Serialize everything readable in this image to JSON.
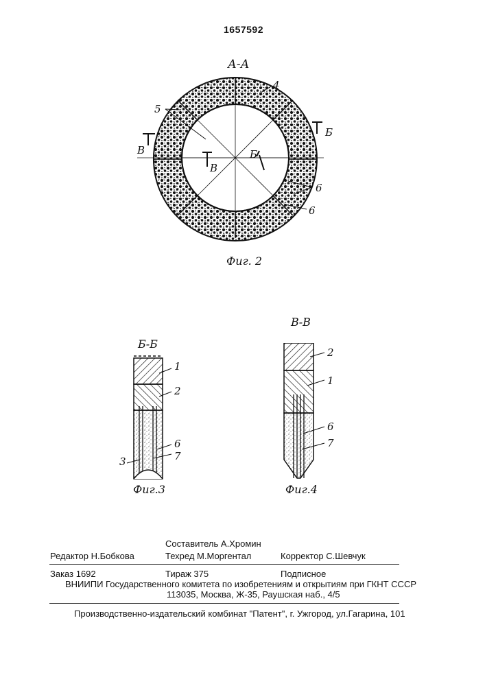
{
  "document": {
    "patent_number": "1657592"
  },
  "figure2": {
    "section_title": "А-А",
    "caption": "Фиг. 2",
    "labels": {
      "ref_4": "4",
      "ref_5": "5",
      "ref_6a": "6",
      "ref_6b": "6",
      "arrow_b_left": "В",
      "arrow_b_center": "В",
      "arrow_be_center": "Б",
      "arrow_be_right": "Б"
    }
  },
  "figure3": {
    "section_title": "Б-Б",
    "caption": "Фиг.3",
    "labels": {
      "ref_1": "1",
      "ref_2": "2",
      "ref_6": "6",
      "ref_7": "7",
      "ref_3": "3"
    }
  },
  "figure4": {
    "section_title": "В-В",
    "caption": "Фиг.4",
    "labels": {
      "ref_2": "2",
      "ref_1": "1",
      "ref_6": "6",
      "ref_7": "7"
    }
  },
  "imprint": {
    "editor": "Редактор Н.Бобкова",
    "compiler": "Составитель А.Хромин",
    "techred": "Техред М.Моргентал",
    "corrector": "Корректор С.Шевчук",
    "order": "Заказ 1692",
    "circulation": "Тираж 375",
    "subscription": "Подписное",
    "vniipi": "ВНИИПИ Государственного комитета по изобретениям и открытиям при ГКНТ СССР",
    "address": "113035, Москва, Ж-35, Раушская наб., 4/5",
    "publisher": "Производственно-издательский комбинат \"Патент\", г. Ужгород, ул.Гагарина, 101"
  }
}
